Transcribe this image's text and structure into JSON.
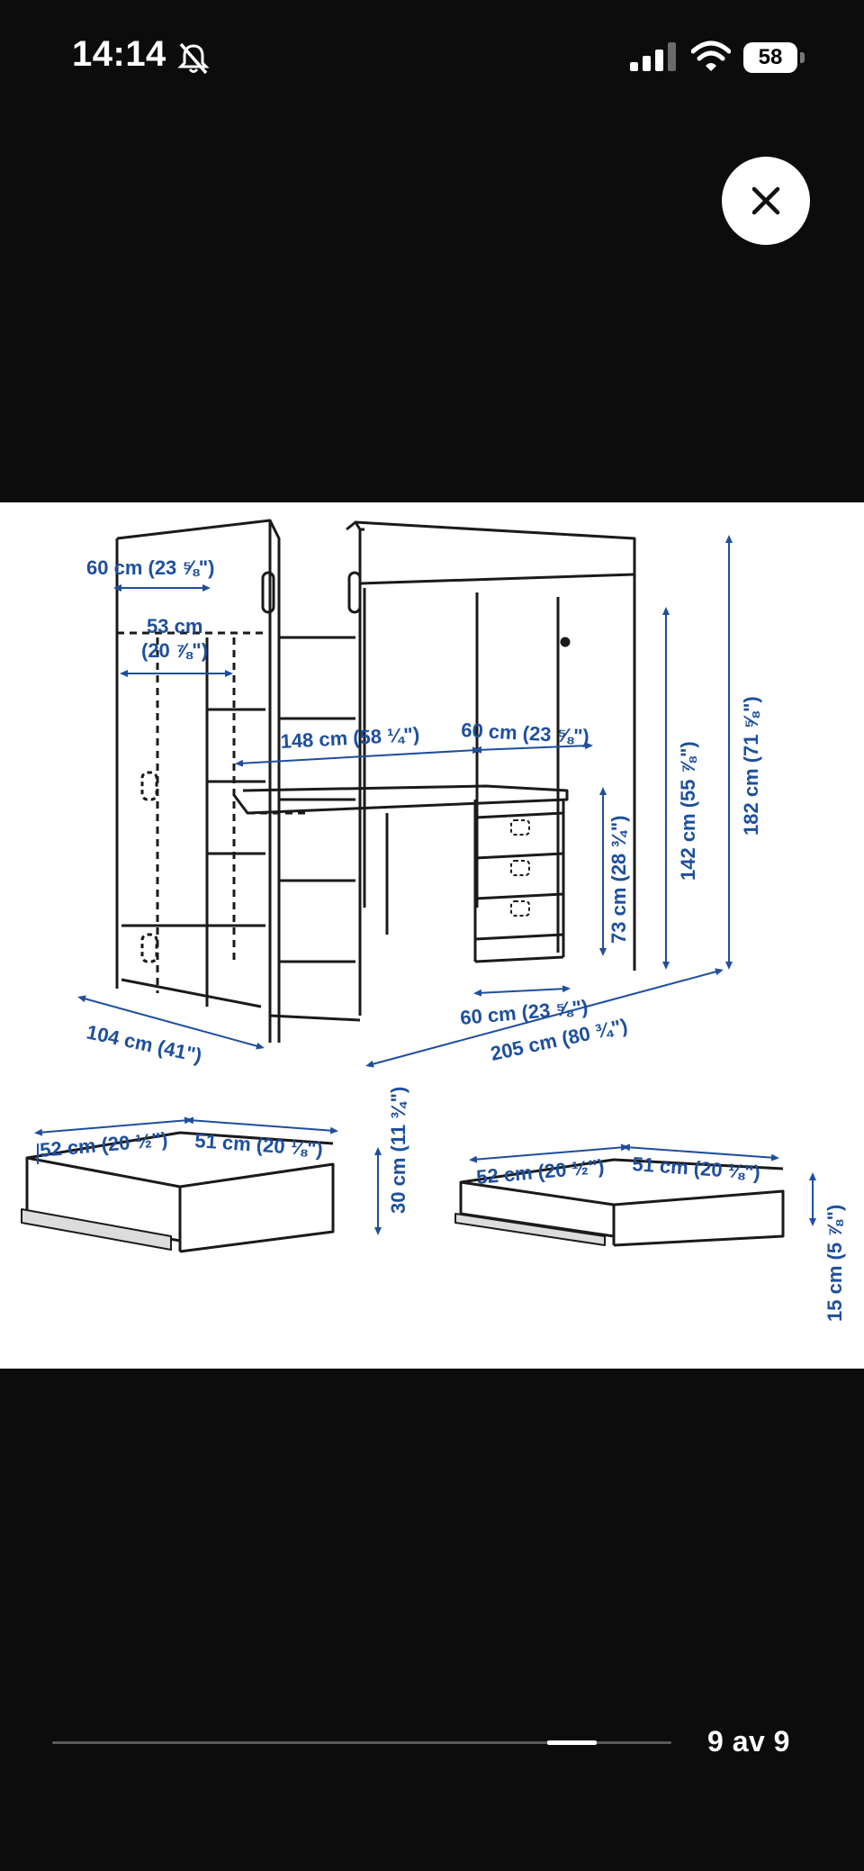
{
  "status_bar": {
    "time": "14:14",
    "battery_percent": "58",
    "icons": [
      "bell-muted-icon",
      "cellular-signal-icon",
      "wifi-icon",
      "battery-icon"
    ]
  },
  "viewer": {
    "close_icon": "close-icon",
    "image_description_hidden": false,
    "counter": "9 av 9",
    "progress": 0.88
  },
  "diagram": {
    "labels": {
      "shelf_width": "60 cm (23 ⅝\")",
      "wardrobe_inner_1": "53 cm",
      "wardrobe_inner_2": "(20 ⅞\")",
      "desk_length": "148 cm (58 ¼\")",
      "drawer_unit_depth": "60 cm (23 ⅝\")",
      "desk_height": "73 cm (28 ¾\")",
      "bed_height": "142 cm (55 ⅞\")",
      "total_height": "182 cm (71 ⅝\")",
      "depth": "104 cm (41\")",
      "drawer_unit_width": "60 cm (23 ⅝\")",
      "total_length": "205 cm (80 ¾\")",
      "drawer_large_width": "52 cm (20 ½\")",
      "drawer_large_depth": "51 cm (20 ⅛\")",
      "drawer_large_height": "30 cm (11 ¾\")",
      "drawer_small_width": "52 cm (20 ½\")",
      "drawer_small_depth": "51 cm (20 ⅛\")",
      "drawer_small_height": "15 cm (5 ⅞\")"
    },
    "colors": {
      "dimension": "#1e4f9c",
      "line": "#1a1a1a",
      "background": "#ffffff"
    }
  }
}
